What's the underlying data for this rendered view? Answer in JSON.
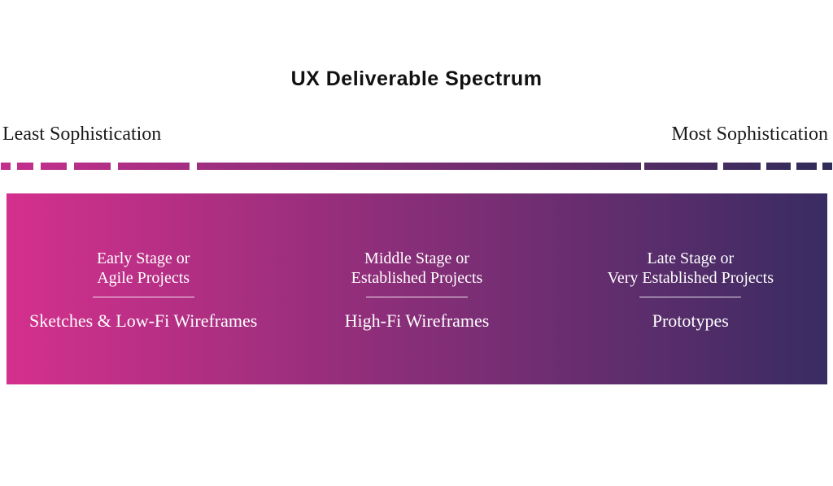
{
  "title": "UX Deliverable Spectrum",
  "axis": {
    "left_label": "Least Sophistication",
    "right_label": "Most Sophistication"
  },
  "colors": {
    "panel_gradient_start": "#d4308d",
    "panel_gradient_end": "#392c62",
    "line_gradient_start": "#c52f8d",
    "line_gradient_end": "#302c59",
    "panel_text": "#ffffff",
    "heading_text": "#111111"
  },
  "columns": [
    {
      "stage": "Early Stage or\nAgile Projects",
      "deliverable": "Sketches & Low-Fi Wireframes"
    },
    {
      "stage": "Middle Stage or\nEstablished Projects",
      "deliverable": "High-Fi Wireframes"
    },
    {
      "stage": "Late Stage or\nVery Established Projects",
      "deliverable": "Prototypes"
    }
  ]
}
